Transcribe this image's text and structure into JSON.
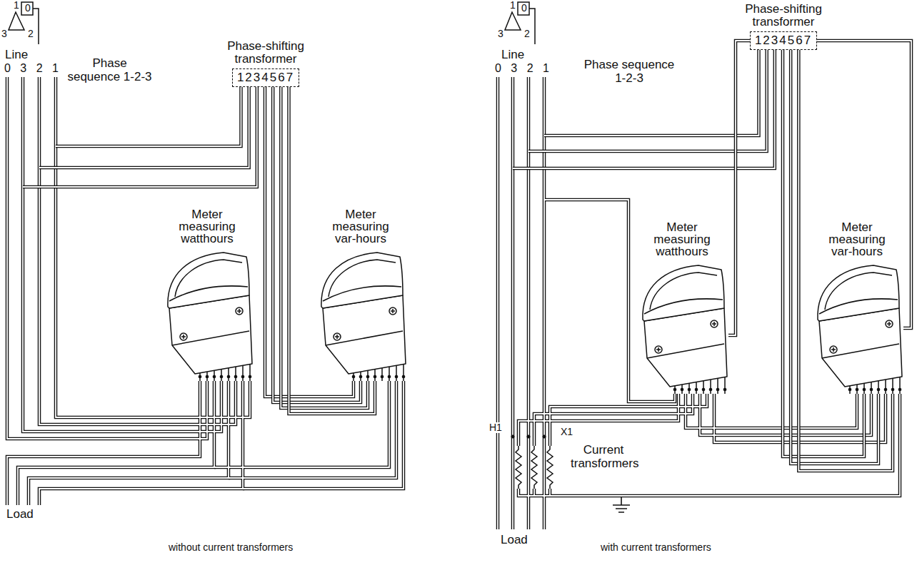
{
  "diagram": {
    "nodes": [
      {
        "text": [
          "Phase-shifting transformer",
          "1234567"
        ]
      },
      {
        "text": [
          "Meter measuring watthours"
        ]
      },
      {
        "text": [
          "Meter measuring var-hours"
        ]
      },
      {
        "text": [
          "Phase-shifting transformer",
          "1234567"
        ]
      },
      {
        "text": [
          "Meter measuring watthours"
        ]
      },
      {
        "text": [
          "Meter measuring var-hours"
        ]
      }
    ],
    "edges": [
      {
        "from": 0,
        "to": 2,
        "arrow": "none"
      },
      {
        "from": 3,
        "to": 4,
        "arrow": "none"
      },
      {
        "from": 3,
        "to": 5,
        "arrow": "none"
      }
    ],
    "labels": [
      "1",
      "0",
      "3",
      "2",
      "Line",
      "Phase sequence 1-2-3",
      "0 3 2 1",
      "Load",
      "without current transformers",
      "1",
      "0",
      "3",
      "2",
      "Line",
      "Phase sequence 1-2-3",
      "0 3 2 1",
      "H1",
      "X1",
      "Current transformers",
      "Load",
      "with current transformers"
    ]
  }
}
